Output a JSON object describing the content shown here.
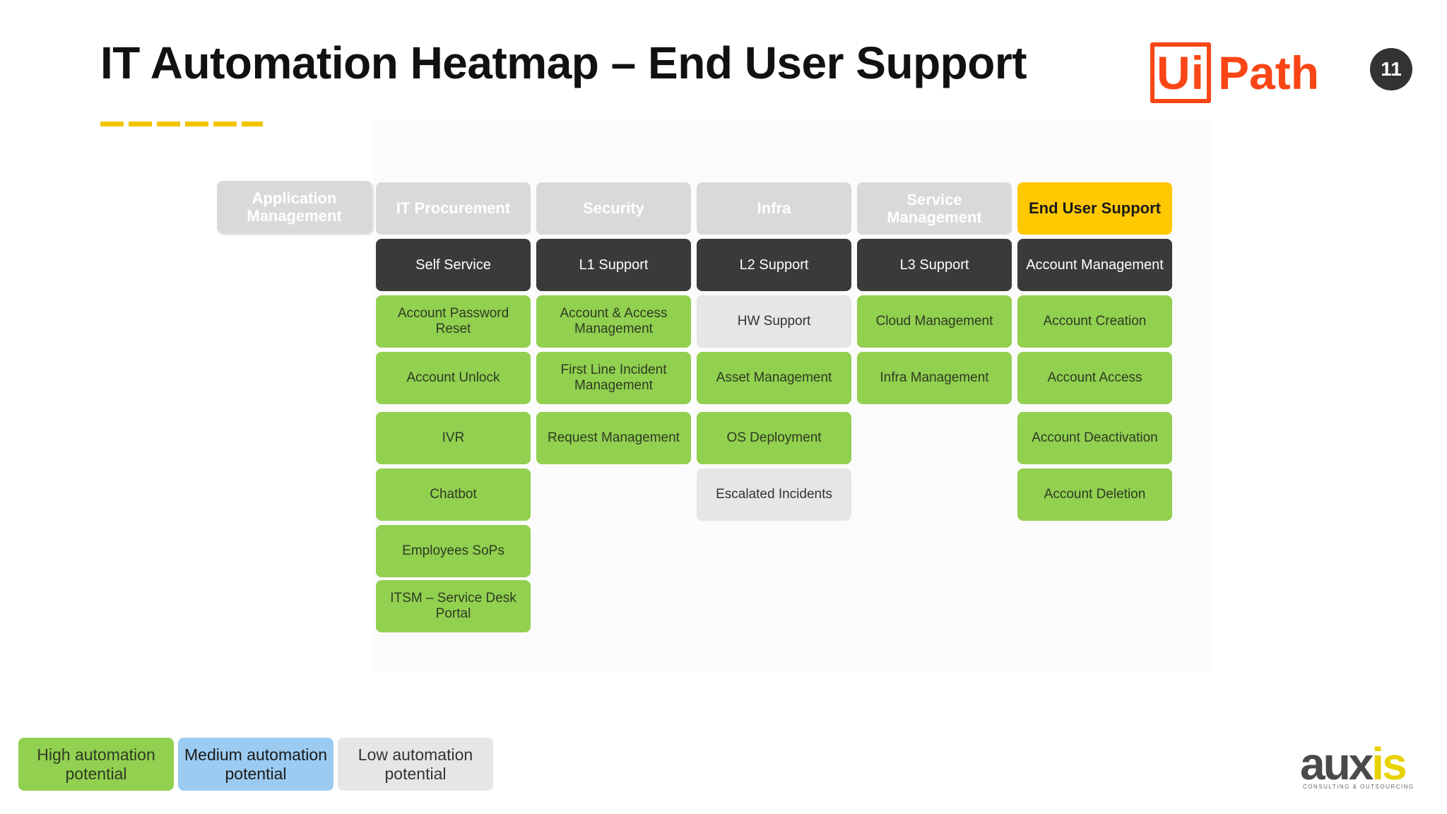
{
  "slide": {
    "title": "IT Automation Heatmap – End User Support",
    "page_number": "11"
  },
  "logos": {
    "uipath": {
      "ui": "Ui",
      "path": "Path",
      "color": "#fa4616"
    },
    "auxis": {
      "word_main": "aux",
      "word_accent": "is",
      "tagline": "CONSULTING & OUTSOURCING"
    }
  },
  "heatmap": {
    "side_header": "Application Management",
    "columns": [
      {
        "header": "IT Procurement",
        "subheader": "Self Service",
        "items": [
          {
            "label": "Account Password Reset",
            "level": "high"
          },
          {
            "label": "Account Unlock",
            "level": "high"
          },
          {
            "label": "IVR",
            "level": "high"
          },
          {
            "label": "Chatbot",
            "level": "high"
          },
          {
            "label": "Employees SoPs",
            "level": "high"
          },
          {
            "label": "ITSM – Service Desk Portal",
            "level": "high"
          }
        ]
      },
      {
        "header": "Security",
        "subheader": "L1 Support",
        "items": [
          {
            "label": "Account & Access Management",
            "level": "high"
          },
          {
            "label": "First Line Incident Management",
            "level": "high"
          },
          {
            "label": "Request Management",
            "level": "high"
          }
        ]
      },
      {
        "header": "Infra",
        "subheader": "L2 Support",
        "items": [
          {
            "label": "HW Support",
            "level": "low"
          },
          {
            "label": "Asset Management",
            "level": "high"
          },
          {
            "label": "OS Deployment",
            "level": "high"
          },
          {
            "label": "Escalated Incidents",
            "level": "low"
          }
        ]
      },
      {
        "header": "Service Management",
        "subheader": "L3 Support",
        "items": [
          {
            "label": "Cloud Management",
            "level": "high"
          },
          {
            "label": "Infra Management",
            "level": "high"
          }
        ]
      },
      {
        "header": "End User Support",
        "active": true,
        "subheader": "Account Management",
        "items": [
          {
            "label": "Account Creation",
            "level": "high"
          },
          {
            "label": "Account Access",
            "level": "high"
          },
          {
            "label": "Account Deactivation",
            "level": "high"
          },
          {
            "label": "Account Deletion",
            "level": "high"
          }
        ]
      }
    ]
  },
  "legend": {
    "high": "High automation potential",
    "medium": "Medium automation potential",
    "low": "Low automation potential"
  },
  "colors": {
    "high": "#92d050",
    "medium": "#9ccbf1",
    "low": "#e6e6e6",
    "subheader": "#3a3a3a",
    "header_inactive": "#d9d9d9",
    "header_active": "#ffc800",
    "title_accent": "#f2c500"
  }
}
